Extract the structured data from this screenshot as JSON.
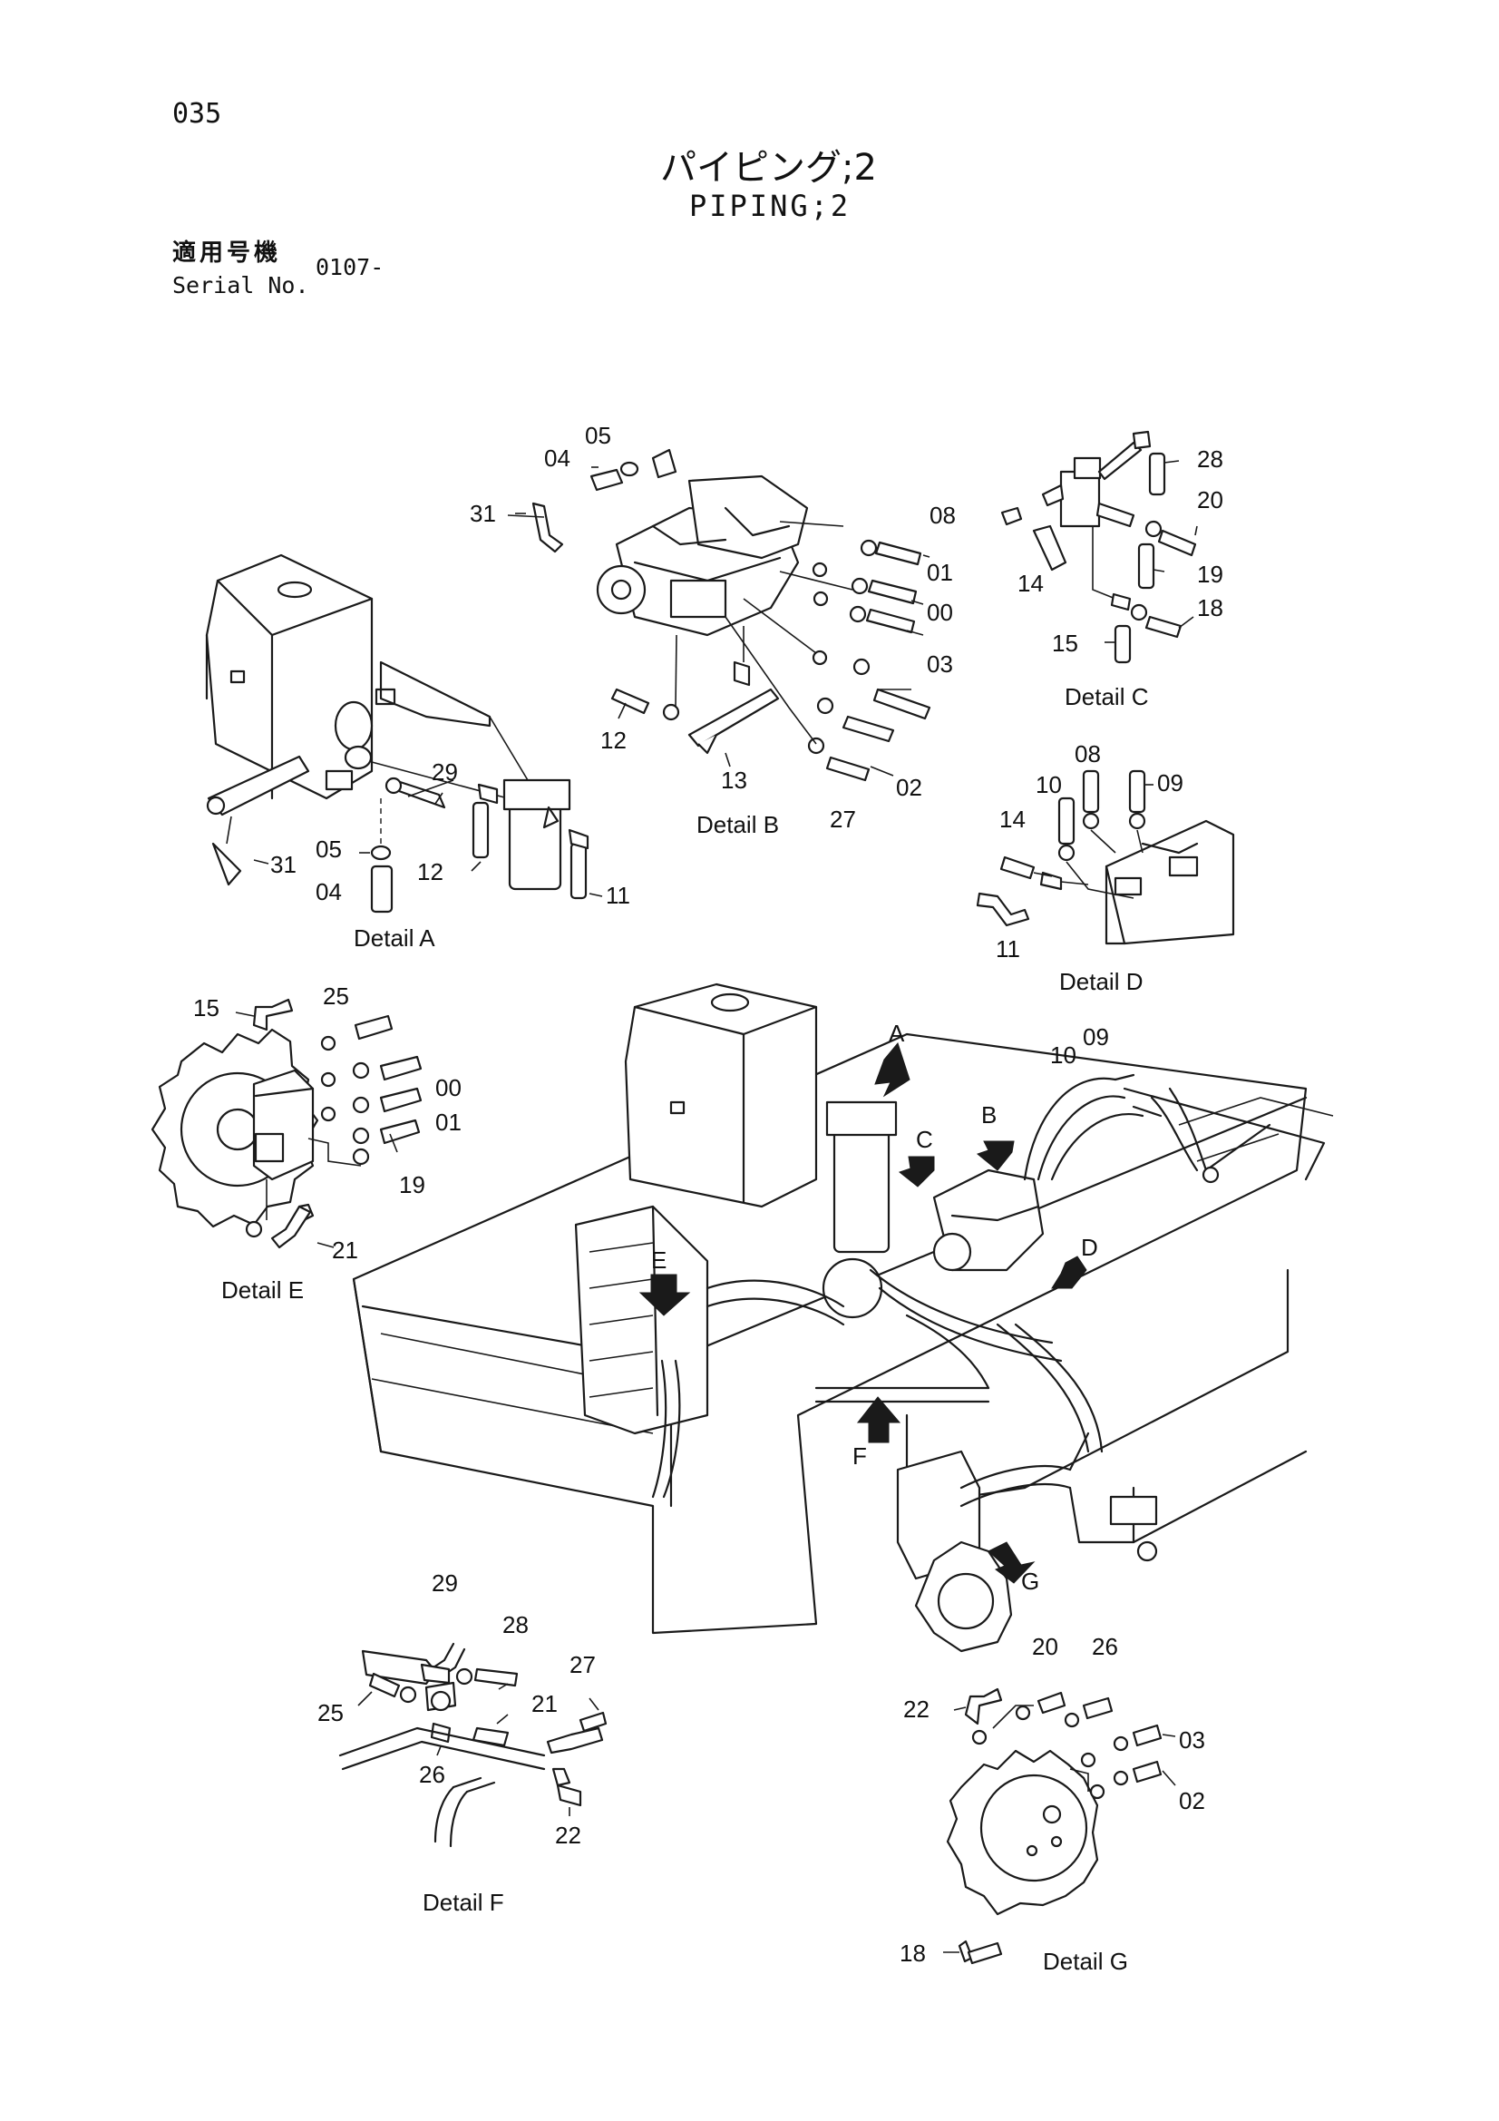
{
  "header": {
    "page_number": "035",
    "title_jp": "パイピング;2",
    "title_en": "PIPING;2",
    "serial_label_jp": "適用号機",
    "serial_label_en": "Serial No.",
    "serial_value": "0107-"
  },
  "details": {
    "a": {
      "caption": "Detail A",
      "parts": [
        "29",
        "31",
        "05",
        "04",
        "12",
        "11"
      ]
    },
    "b": {
      "caption": "Detail B",
      "parts": [
        "05",
        "04",
        "31",
        "08",
        "01",
        "00",
        "03",
        "12",
        "13",
        "02",
        "27"
      ]
    },
    "c": {
      "caption": "Detail C",
      "parts": [
        "28",
        "20",
        "19",
        "14",
        "18",
        "15"
      ]
    },
    "d": {
      "caption": "Detail D",
      "parts": [
        "08",
        "09",
        "10",
        "14",
        "11"
      ]
    },
    "e": {
      "caption": "Detail E",
      "parts": [
        "15",
        "25",
        "00",
        "01",
        "19",
        "21"
      ]
    },
    "f": {
      "caption": "Detail F",
      "parts": [
        "29",
        "28",
        "27",
        "25",
        "21",
        "26",
        "22"
      ]
    },
    "g": {
      "caption": "Detail G",
      "parts": [
        "20",
        "26",
        "22",
        "03",
        "02",
        "18"
      ]
    }
  },
  "main_view": {
    "arrow_labels": [
      "A",
      "B",
      "C",
      "D",
      "E",
      "F",
      "G"
    ],
    "hose_labels": [
      "10",
      "09"
    ]
  }
}
